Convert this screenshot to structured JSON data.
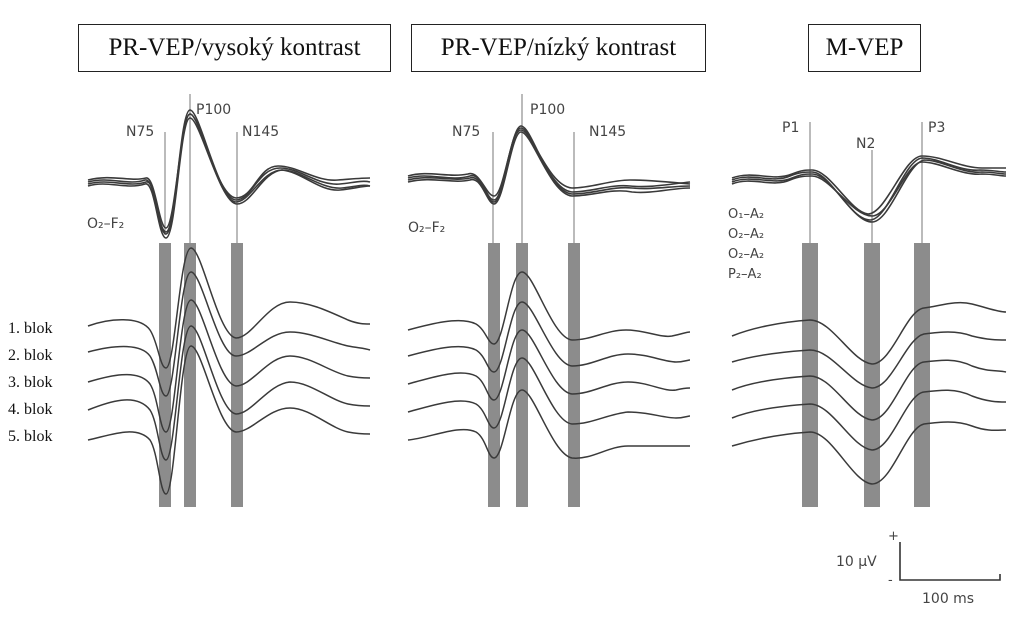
{
  "panels": {
    "p1": {
      "title": "PR-VEP/vysoký kontrast",
      "peaks": [
        "N75",
        "P100",
        "N145"
      ],
      "derivation": "O₂–F₂"
    },
    "p2": {
      "title": "PR-VEP/nízký kontrast",
      "peaks": [
        "N75",
        "P100",
        "N145"
      ],
      "derivation": "O₂–F₂"
    },
    "p3": {
      "title": "M-VEP",
      "peaks": [
        "P1",
        "N2",
        "P3"
      ],
      "derivations": [
        "O₁–A₂",
        "O₂–A₂",
        "O₂–A₂",
        "P₂–A₂"
      ]
    }
  },
  "bloks": [
    "1. blok",
    "2. blok",
    "3. blok",
    "4. blok",
    "5. blok"
  ],
  "scale": {
    "amplitude": "10 µV",
    "time": "100 ms",
    "plus": "+",
    "minus": "-"
  },
  "colors": {
    "trace": "#3a3a3a",
    "bar": "#8c8c8c",
    "marker": "#777777"
  }
}
